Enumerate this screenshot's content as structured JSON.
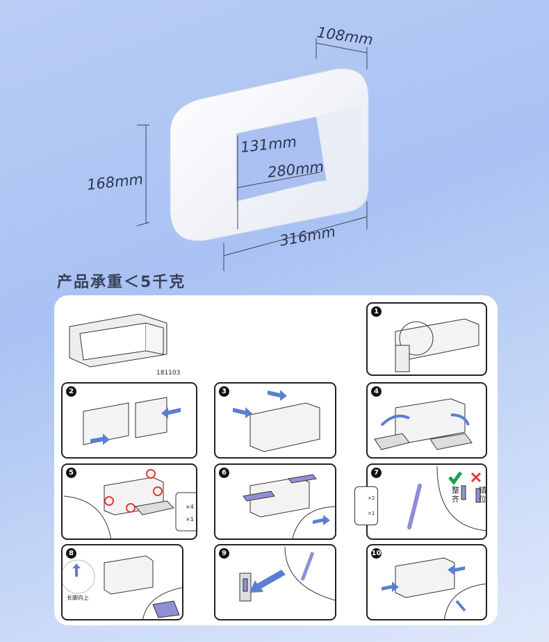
{
  "dimensions": {
    "depth": "108mm",
    "height": "168mm",
    "inner_height": "131mm",
    "inner_width": "280mm",
    "width": "316mm"
  },
  "headline": "产品承重＜5千克",
  "parts": {
    "code": "181103"
  },
  "steps": [
    {
      "number": "1"
    },
    {
      "number": "2"
    },
    {
      "number": "3"
    },
    {
      "number": "4"
    },
    {
      "number": "5",
      "screw_qty": "×4",
      "key_qty": "×1"
    },
    {
      "number": "6"
    },
    {
      "number": "7",
      "nut_qty": "×2",
      "wrench_qty": "×1",
      "correct_label": "整齐",
      "wrong_label": "错位"
    },
    {
      "number": "8",
      "note": "长脚向上"
    },
    {
      "number": "9"
    },
    {
      "number": "10"
    }
  ],
  "colors": {
    "accent": "#8f8fd6",
    "check": "#1aa34a",
    "cross": "#e53935",
    "arrow": "#5b7fd0"
  }
}
